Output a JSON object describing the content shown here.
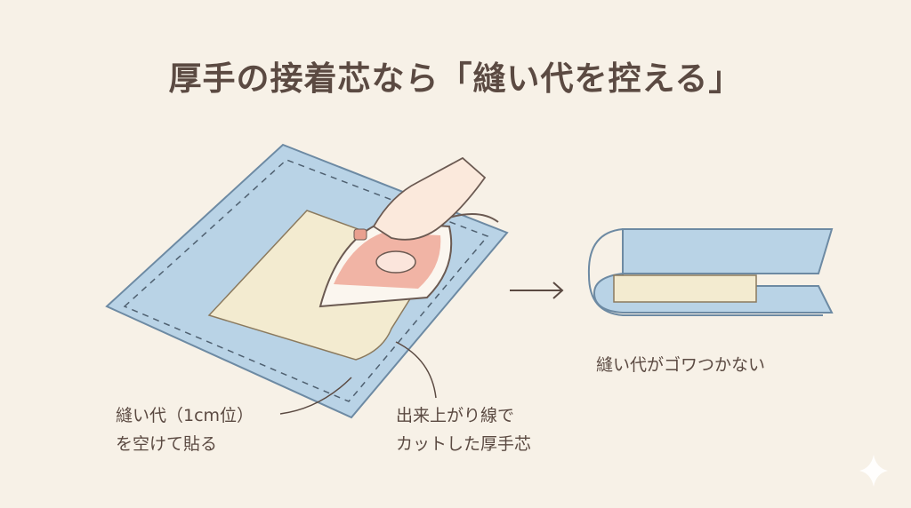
{
  "title": "厚手の接着芯なら「縫い代を控える」",
  "labels": {
    "seam_allowance_line1": "縫い代（1cm位）",
    "seam_allowance_line2": "を空けて貼る",
    "cut_interfacing_line1": "出来上がり線で",
    "cut_interfacing_line2": "カットした厚手芯",
    "result": "縫い代がゴワつかない"
  },
  "colors": {
    "background": "#f7f1e7",
    "fabric": "#b9d3e6",
    "interfacing": "#f3ebd0",
    "text": "#5b4a42",
    "iron_accent": "#e9a08f"
  }
}
